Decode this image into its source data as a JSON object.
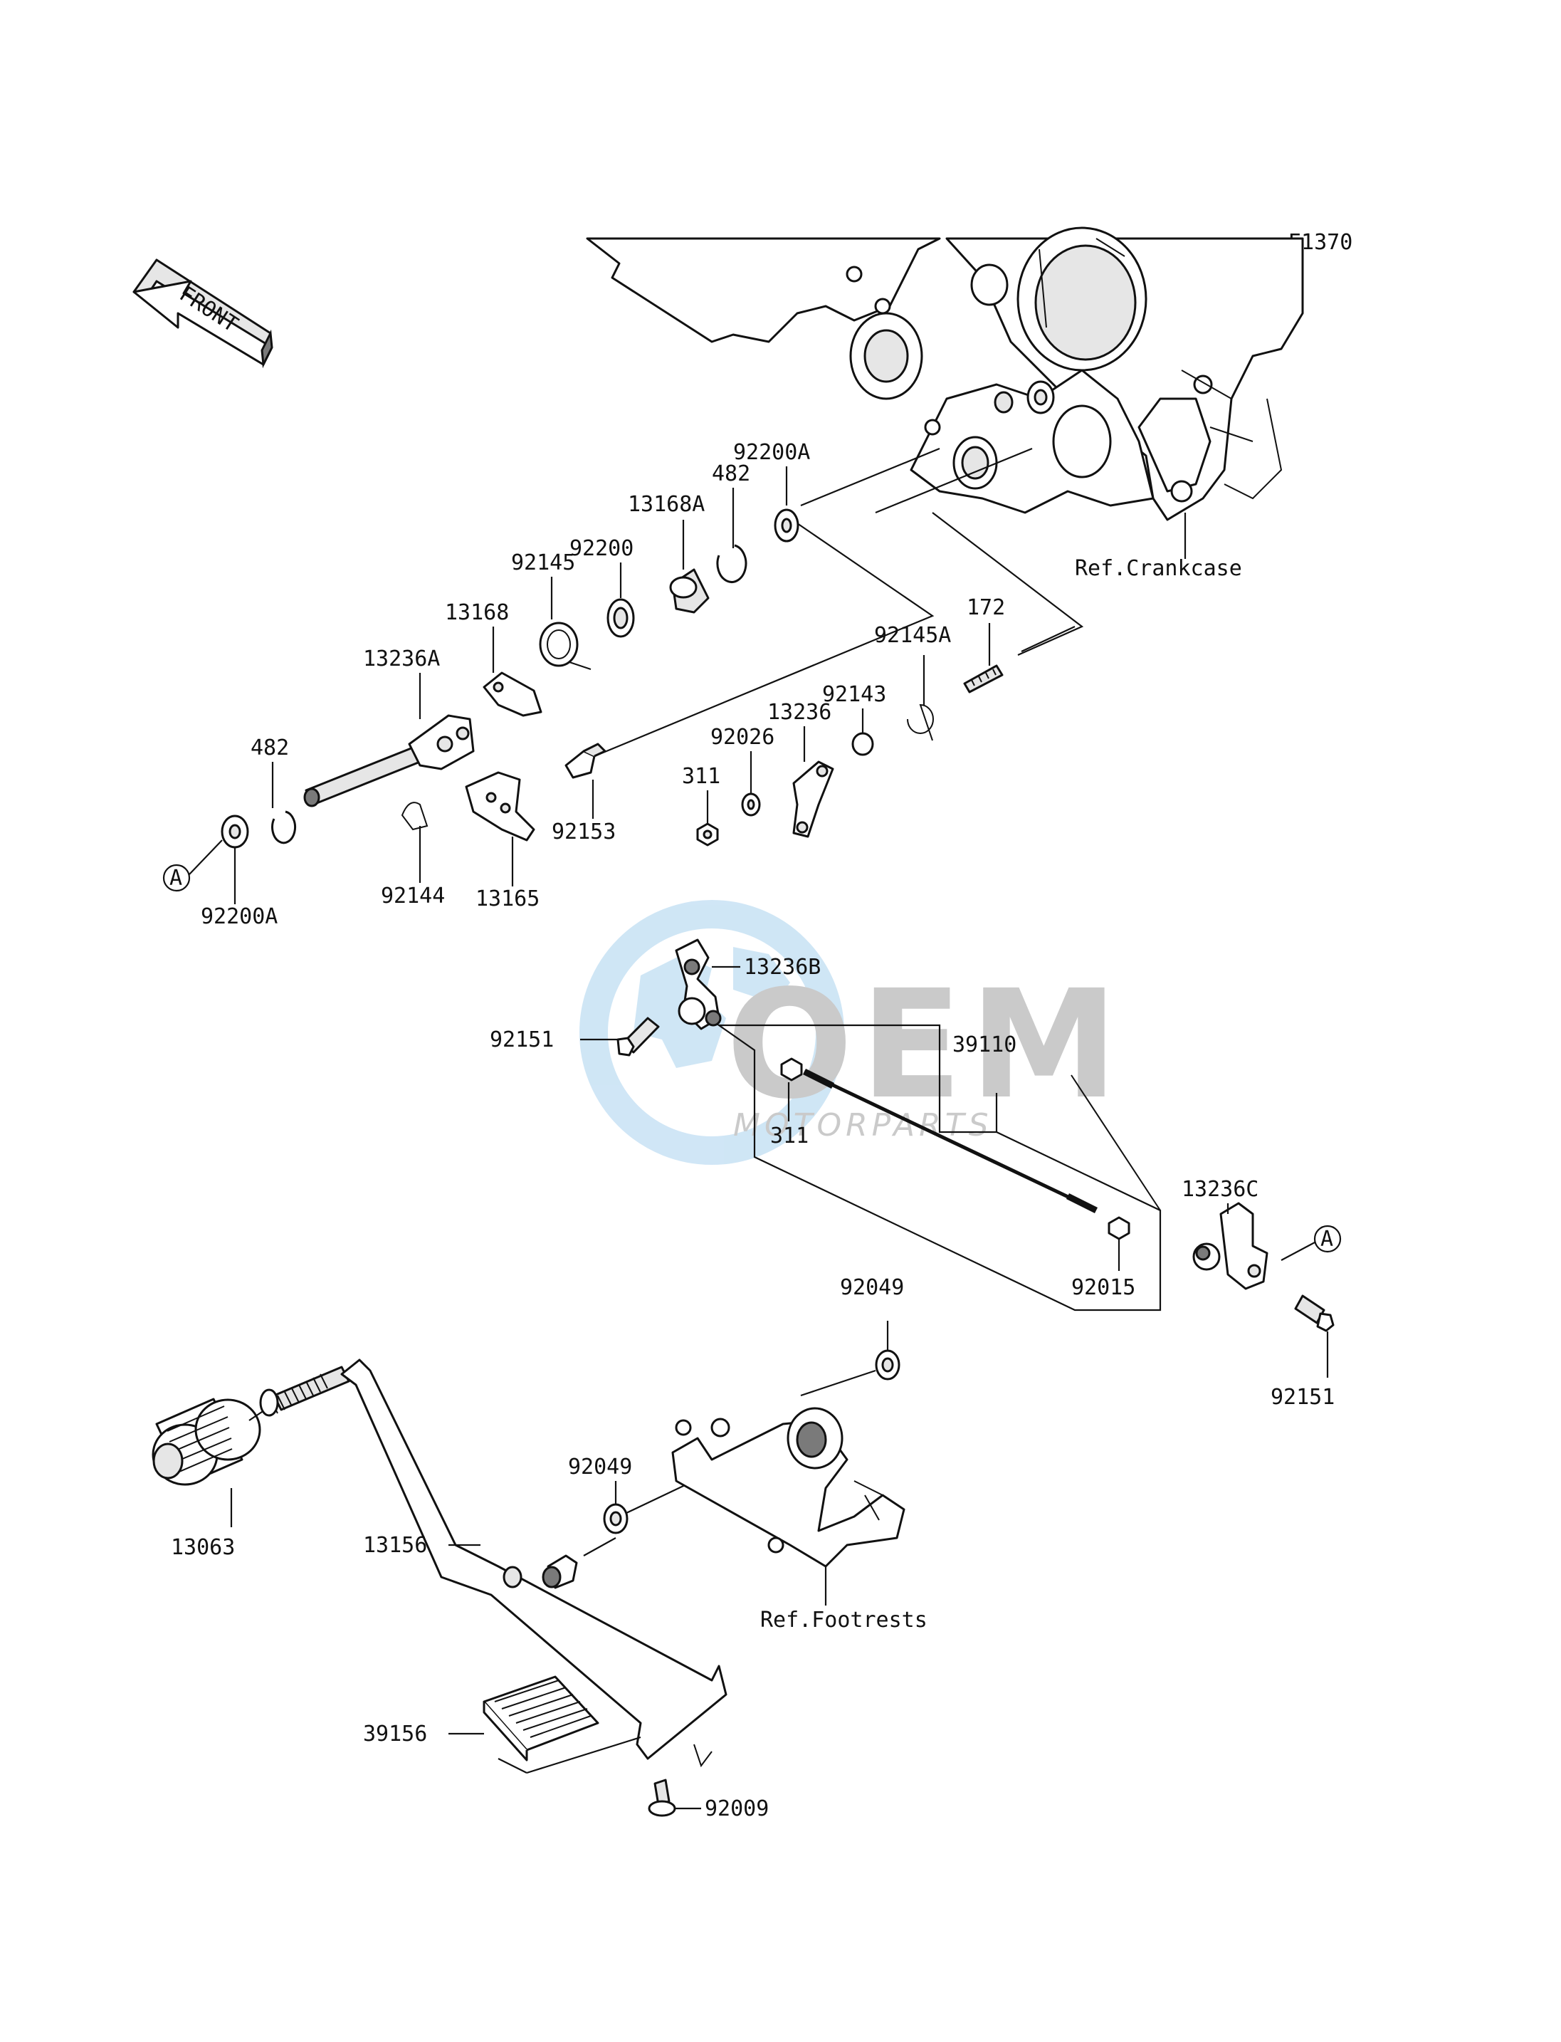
{
  "diagram_code": "E1370",
  "front_arrow": "FRONT",
  "ref_crankcase": "Ref.Crankcase",
  "ref_footrests": "Ref.Footrests",
  "callout_a": "A",
  "watermark": {
    "logo_text": "OEM",
    "sub_text": "MOTORPARTS",
    "colors": [
      "#2b8fd6",
      "#5a5a5a"
    ]
  },
  "parts": {
    "p_92200A_top": "92200A",
    "p_482_top": "482",
    "p_13168A": "13168A",
    "p_92200": "92200",
    "p_92145": "92145",
    "p_13168": "13168",
    "p_13236A": "13236A",
    "p_482_left": "482",
    "p_92200A_left": "92200A",
    "p_92144": "92144",
    "p_13165": "13165",
    "p_92153": "92153",
    "p_311_top": "311",
    "p_92026": "92026",
    "p_13236": "13236",
    "p_92143": "92143",
    "p_92145A": "92145A",
    "p_172": "172",
    "p_13236B": "13236B",
    "p_92151_left": "92151",
    "p_39110": "39110",
    "p_311_mid": "311",
    "p_13236C": "13236C",
    "p_92015": "92015",
    "p_92151_right": "92151",
    "p_92049_top": "92049",
    "p_92049_mid": "92049",
    "p_13063": "13063",
    "p_13156": "13156",
    "p_39156": "39156",
    "p_92009": "92009"
  }
}
